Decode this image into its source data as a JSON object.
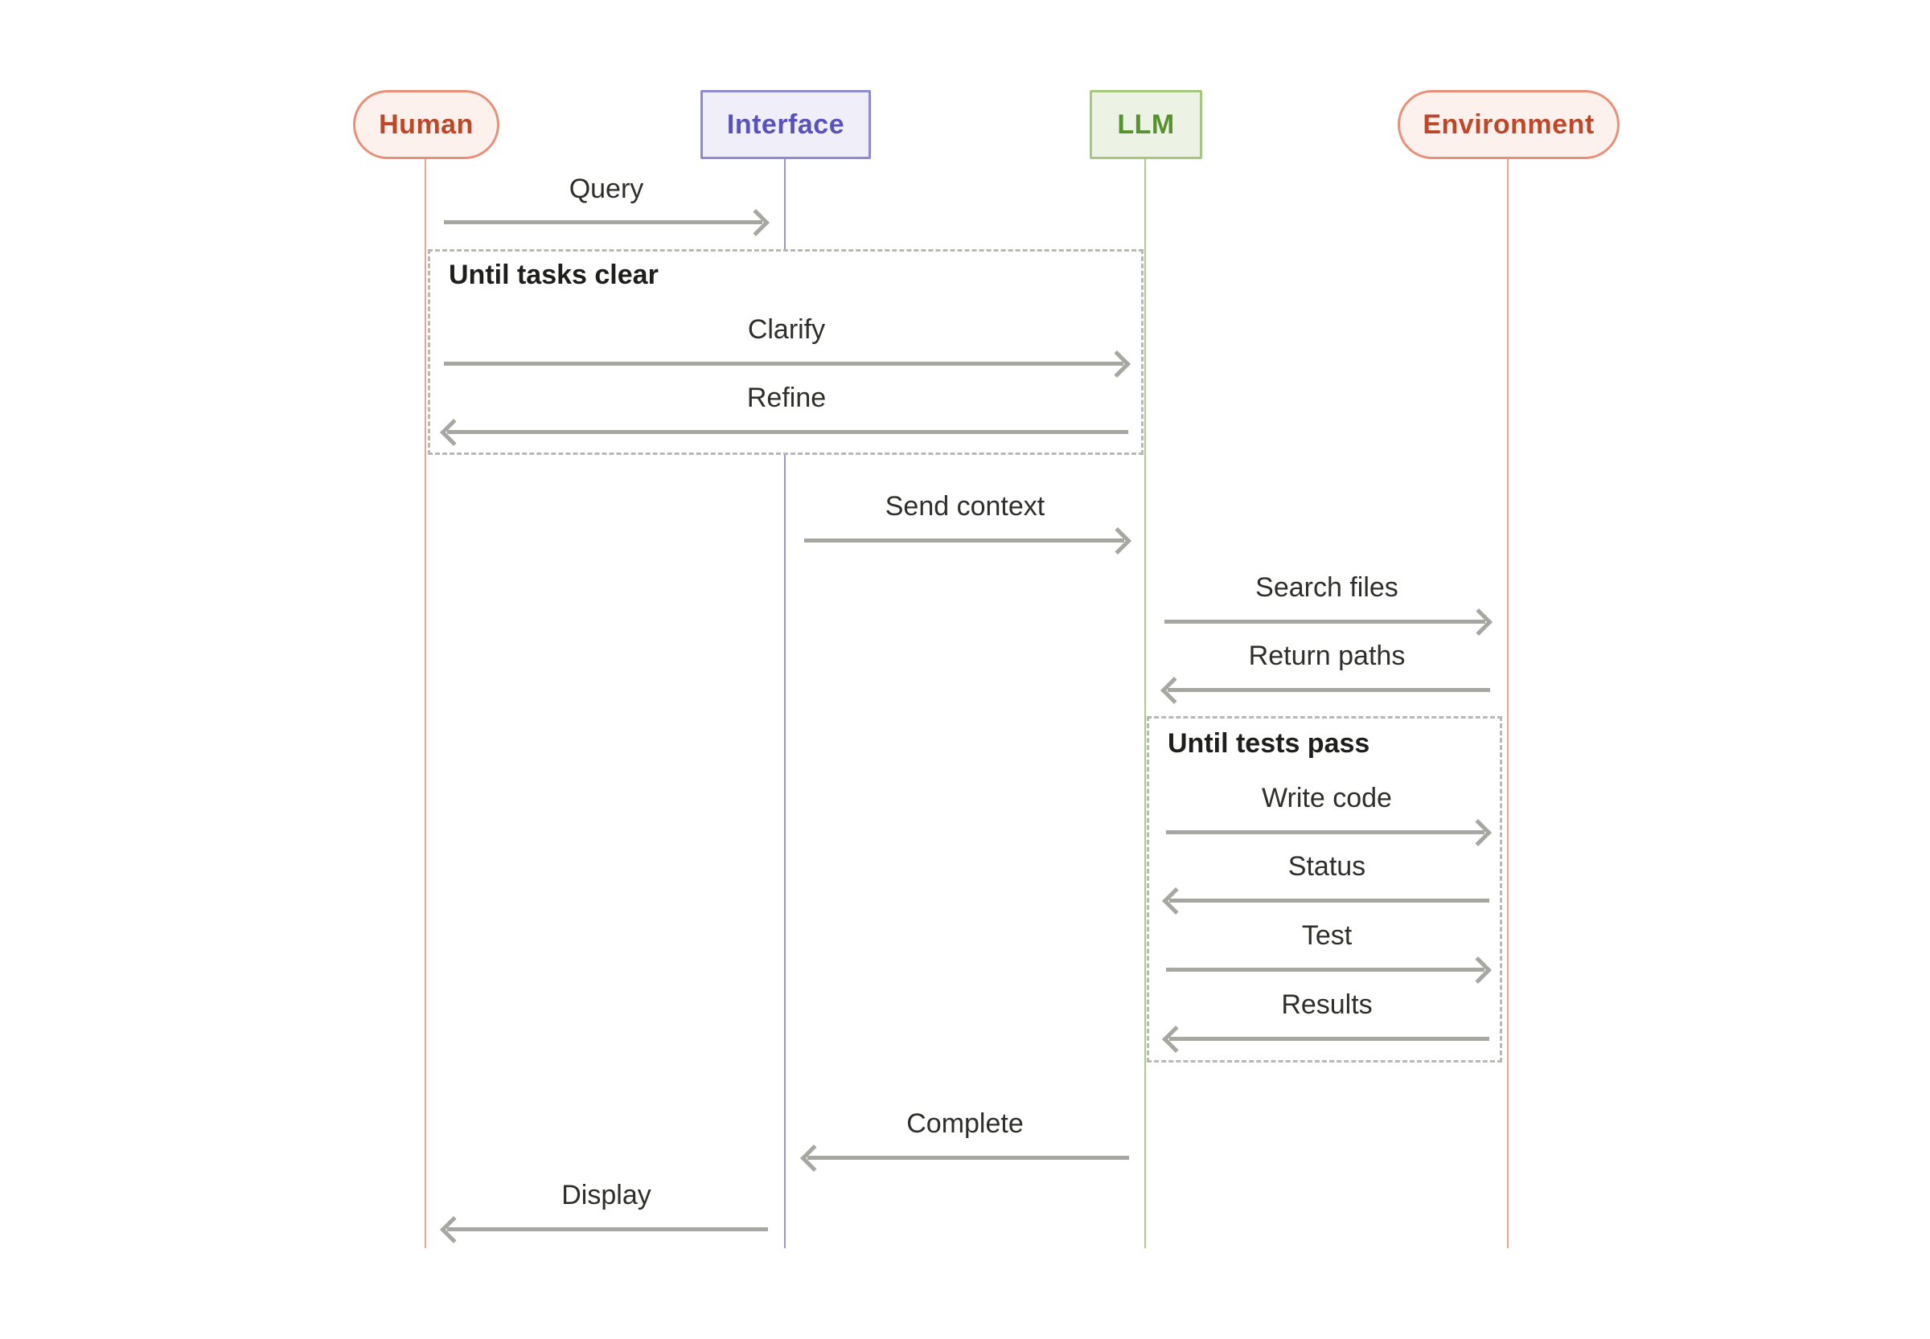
{
  "diagram": {
    "actors": [
      {
        "label": "Human",
        "shape": "pill",
        "text_color": "#bf4729",
        "fill": "#fdf1ed",
        "border_color": "#e8917a"
      },
      {
        "label": "Interface",
        "shape": "rectangle",
        "text_color": "#5a52bb",
        "fill": "#efeef9",
        "border_color": "#908ad0"
      },
      {
        "label": "LLM",
        "shape": "rectangle",
        "text_color": "#58922e",
        "fill": "#edf3e4",
        "border_color": "#a5c97c"
      },
      {
        "label": "Environment",
        "shape": "pill",
        "text_color": "#bf4729",
        "fill": "#fdf1ed",
        "border_color": "#e8917a"
      }
    ],
    "loops": [
      {
        "title": "Until tasks clear"
      },
      {
        "title": "Until tests pass"
      }
    ],
    "messages": [
      {
        "label": "Query",
        "from": "Human",
        "to": "Interface"
      },
      {
        "label": "Clarify",
        "from": "Human",
        "to": "LLM",
        "loop": "Until tasks clear"
      },
      {
        "label": "Refine",
        "from": "LLM",
        "to": "Human",
        "loop": "Until tasks clear"
      },
      {
        "label": "Send context",
        "from": "Interface",
        "to": "LLM"
      },
      {
        "label": "Search files",
        "from": "LLM",
        "to": "Environment"
      },
      {
        "label": "Return paths",
        "from": "Environment",
        "to": "LLM"
      },
      {
        "label": "Write code",
        "from": "LLM",
        "to": "Environment",
        "loop": "Until tests pass"
      },
      {
        "label": "Status",
        "from": "Environment",
        "to": "LLM",
        "loop": "Until tests pass"
      },
      {
        "label": "Test",
        "from": "LLM",
        "to": "Environment",
        "loop": "Until tests pass"
      },
      {
        "label": "Results",
        "from": "Environment",
        "to": "LLM",
        "loop": "Until tests pass"
      },
      {
        "label": "Complete",
        "from": "LLM",
        "to": "Interface"
      },
      {
        "label": "Display",
        "from": "Interface",
        "to": "Human"
      }
    ],
    "colors": {
      "background": "#ffffff",
      "arrow": "#a7a7a1",
      "message_text": "#2e2e2b",
      "loop_border": "#b9b9b3",
      "loop_title_text": "#1e1e1c",
      "lifeline_salmon": "#efa28f",
      "lifeline_purple": "#9a93d8",
      "lifeline_green": "#a9cf87"
    }
  }
}
